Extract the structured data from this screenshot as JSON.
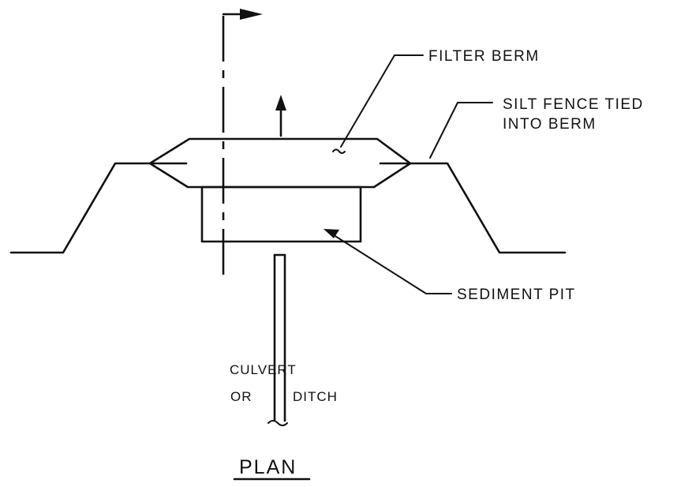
{
  "labels": {
    "filter_berm": "FILTER BERM",
    "silt_fence_line1": "SILT FENCE TIED",
    "silt_fence_line2": "INTO BERM",
    "sediment_pit": "SEDIMENT PIT",
    "culvert_line1": "CULVERT",
    "culvert_line2_left": "OR",
    "culvert_line2_right": "DITCH",
    "plan": "PLAN"
  }
}
